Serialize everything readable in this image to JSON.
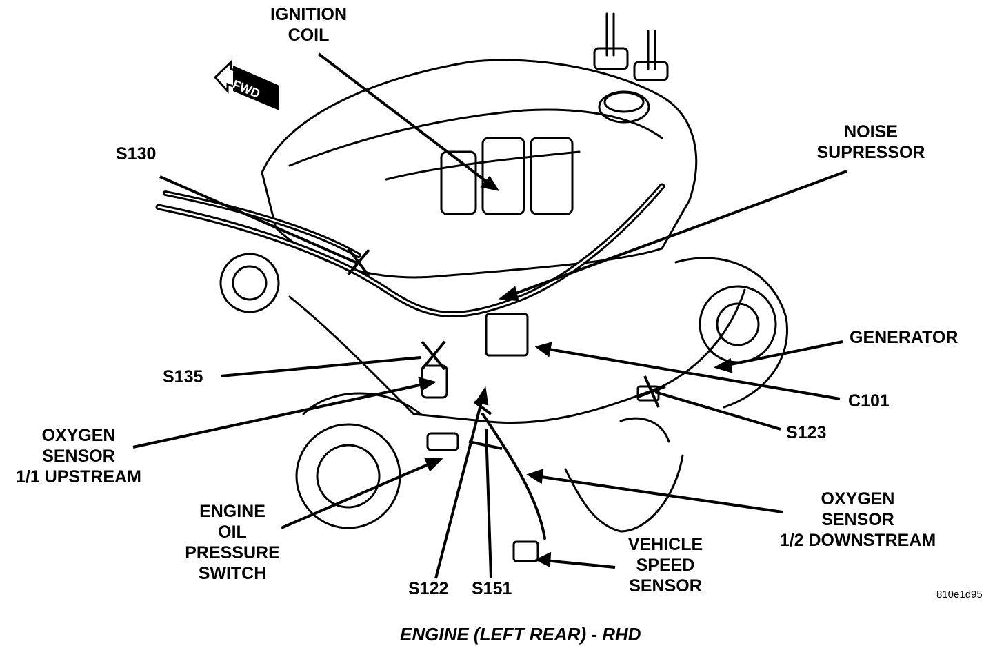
{
  "labels": {
    "ignition_coil": "IGNITION\nCOIL",
    "noise_suppressor": "NOISE\nSUPRESSOR",
    "s130": "S130",
    "s135": "S135",
    "oxygen_sensor_upstream": "OXYGEN\nSENSOR\n1/1 UPSTREAM",
    "engine_oil_pressure_switch": "ENGINE\nOIL\nPRESSURE\nSWITCH",
    "s122": "S122",
    "s151": "S151",
    "vehicle_speed_sensor": "VEHICLE\nSPEED\nSENSOR",
    "oxygen_sensor_downstream": "OXYGEN\nSENSOR\n1/2 DOWNSTREAM",
    "generator": "GENERATOR",
    "c101": "C101",
    "s123": "S123",
    "fwd": "FWD"
  },
  "figure_code": "810e1d95",
  "caption": "ENGINE (LEFT REAR) - RHD"
}
